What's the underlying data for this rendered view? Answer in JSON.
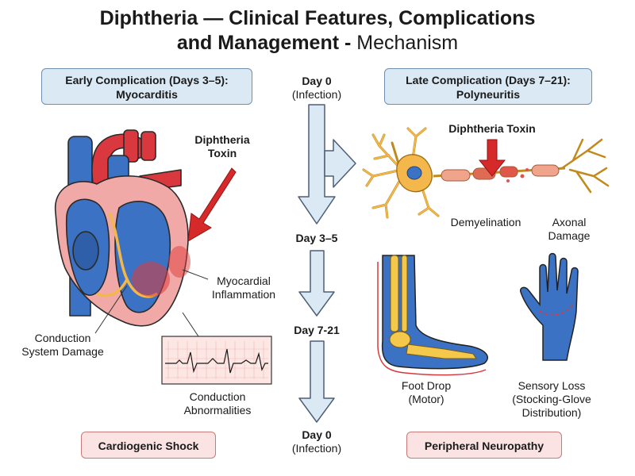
{
  "title": {
    "line1": "Diphtheria — Clinical Features, Complications",
    "line2_bold": "and Management -",
    "line2_rest": "Mechanism"
  },
  "left_box": {
    "line1": "Early Complication (Days 3–5):",
    "line2": "Myocarditis"
  },
  "right_box": {
    "line1": "Late Complication (Days 7–21):",
    "line2": "Polyneuritis"
  },
  "timeline": {
    "t1_day": "Day 0",
    "t1_sub": "(Infection)",
    "t2_day": "Day 3–5",
    "t3_day": "Day 7-21",
    "t4_day": "Day 0",
    "t4_sub": "(Infection)"
  },
  "heart": {
    "toxin_line1": "Diphtheria",
    "toxin_line2": "Toxin",
    "inflammation_line1": "Myocardial",
    "inflammation_line2": "Inflammation",
    "conduction_line1": "Conduction",
    "conduction_line2": "System Damage",
    "abnormal_line1": "Conduction",
    "abnormal_line2": "Abnormalities"
  },
  "nerve": {
    "toxin": "Diphtheria Toxin",
    "demyelination": "Demyelination",
    "axonal_line1": "Axonal",
    "axonal_line2": "Damage"
  },
  "limbs": {
    "foot_line1": "Foot Drop",
    "foot_line2": "(Motor)",
    "hand_line1": "Sensory Loss",
    "hand_line2": "(Stocking-Glove",
    "hand_line3": "Distribution)"
  },
  "outcomes": {
    "left": "Cardiogenic Shock",
    "right": "Peripheral Neuropathy"
  },
  "colors": {
    "vessel_blue": "#3b72c4",
    "vessel_red": "#d9393e",
    "myelin": "#f3b74b",
    "toxin_red": "#d62a2a",
    "box_blue": "#dbe9f4",
    "box_pink": "#fbe3e3"
  }
}
